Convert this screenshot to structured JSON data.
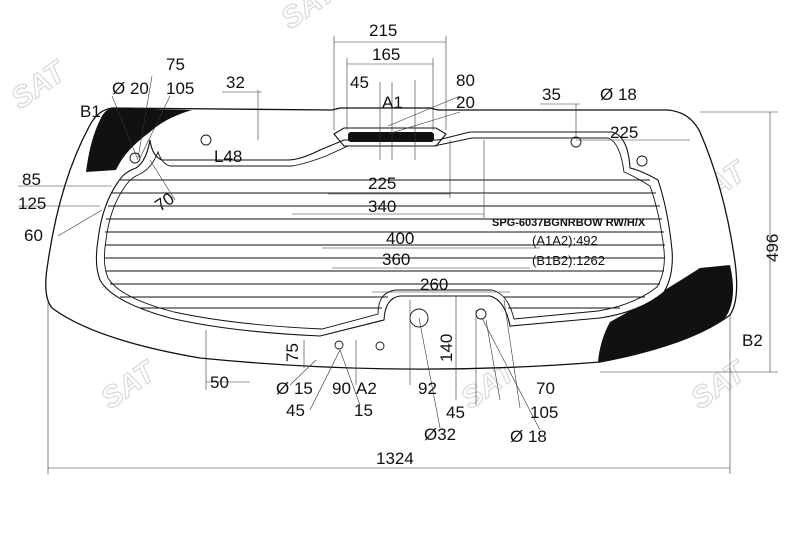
{
  "part_number": "SPG-6037BGNRBOW RW/H/X",
  "specs": [
    "(A1A2):492",
    "(B1B2):1262"
  ],
  "points": {
    "A1": "A1",
    "A2": "A2",
    "B1": "B1",
    "B2": "B2",
    "L48": "L48"
  },
  "dimensions": {
    "overall_width": "1324",
    "overall_height": "496",
    "top_215": "215",
    "top_165": "165",
    "top_45": "45",
    "top_80": "80",
    "top_20": "20",
    "top_75": "75",
    "top_d20": "Ø 20",
    "top_105": "105",
    "top_32": "32",
    "top_35": "35",
    "top_d18": "Ø 18",
    "right_225": "225",
    "left_85": "85",
    "left_125": "125",
    "left_60": "60",
    "left_70": "70",
    "mid_225": "225",
    "mid_340": "340",
    "mid_400": "400",
    "mid_360": "360",
    "mid_260": "260",
    "bot_75": "75",
    "bot_50": "50",
    "bot_d15": "Ø 15",
    "bot_45a": "45",
    "bot_15": "15",
    "bot_90": "90",
    "bot_92": "92",
    "bot_45b": "45",
    "bot_d32": "Ø32",
    "bot_140": "140",
    "bot_70": "70",
    "bot_105": "105",
    "bot_d18": "Ø 18"
  },
  "watermark": "SAT",
  "colors": {
    "line": "#111111",
    "frit": "#111111",
    "background": "#ffffff"
  }
}
